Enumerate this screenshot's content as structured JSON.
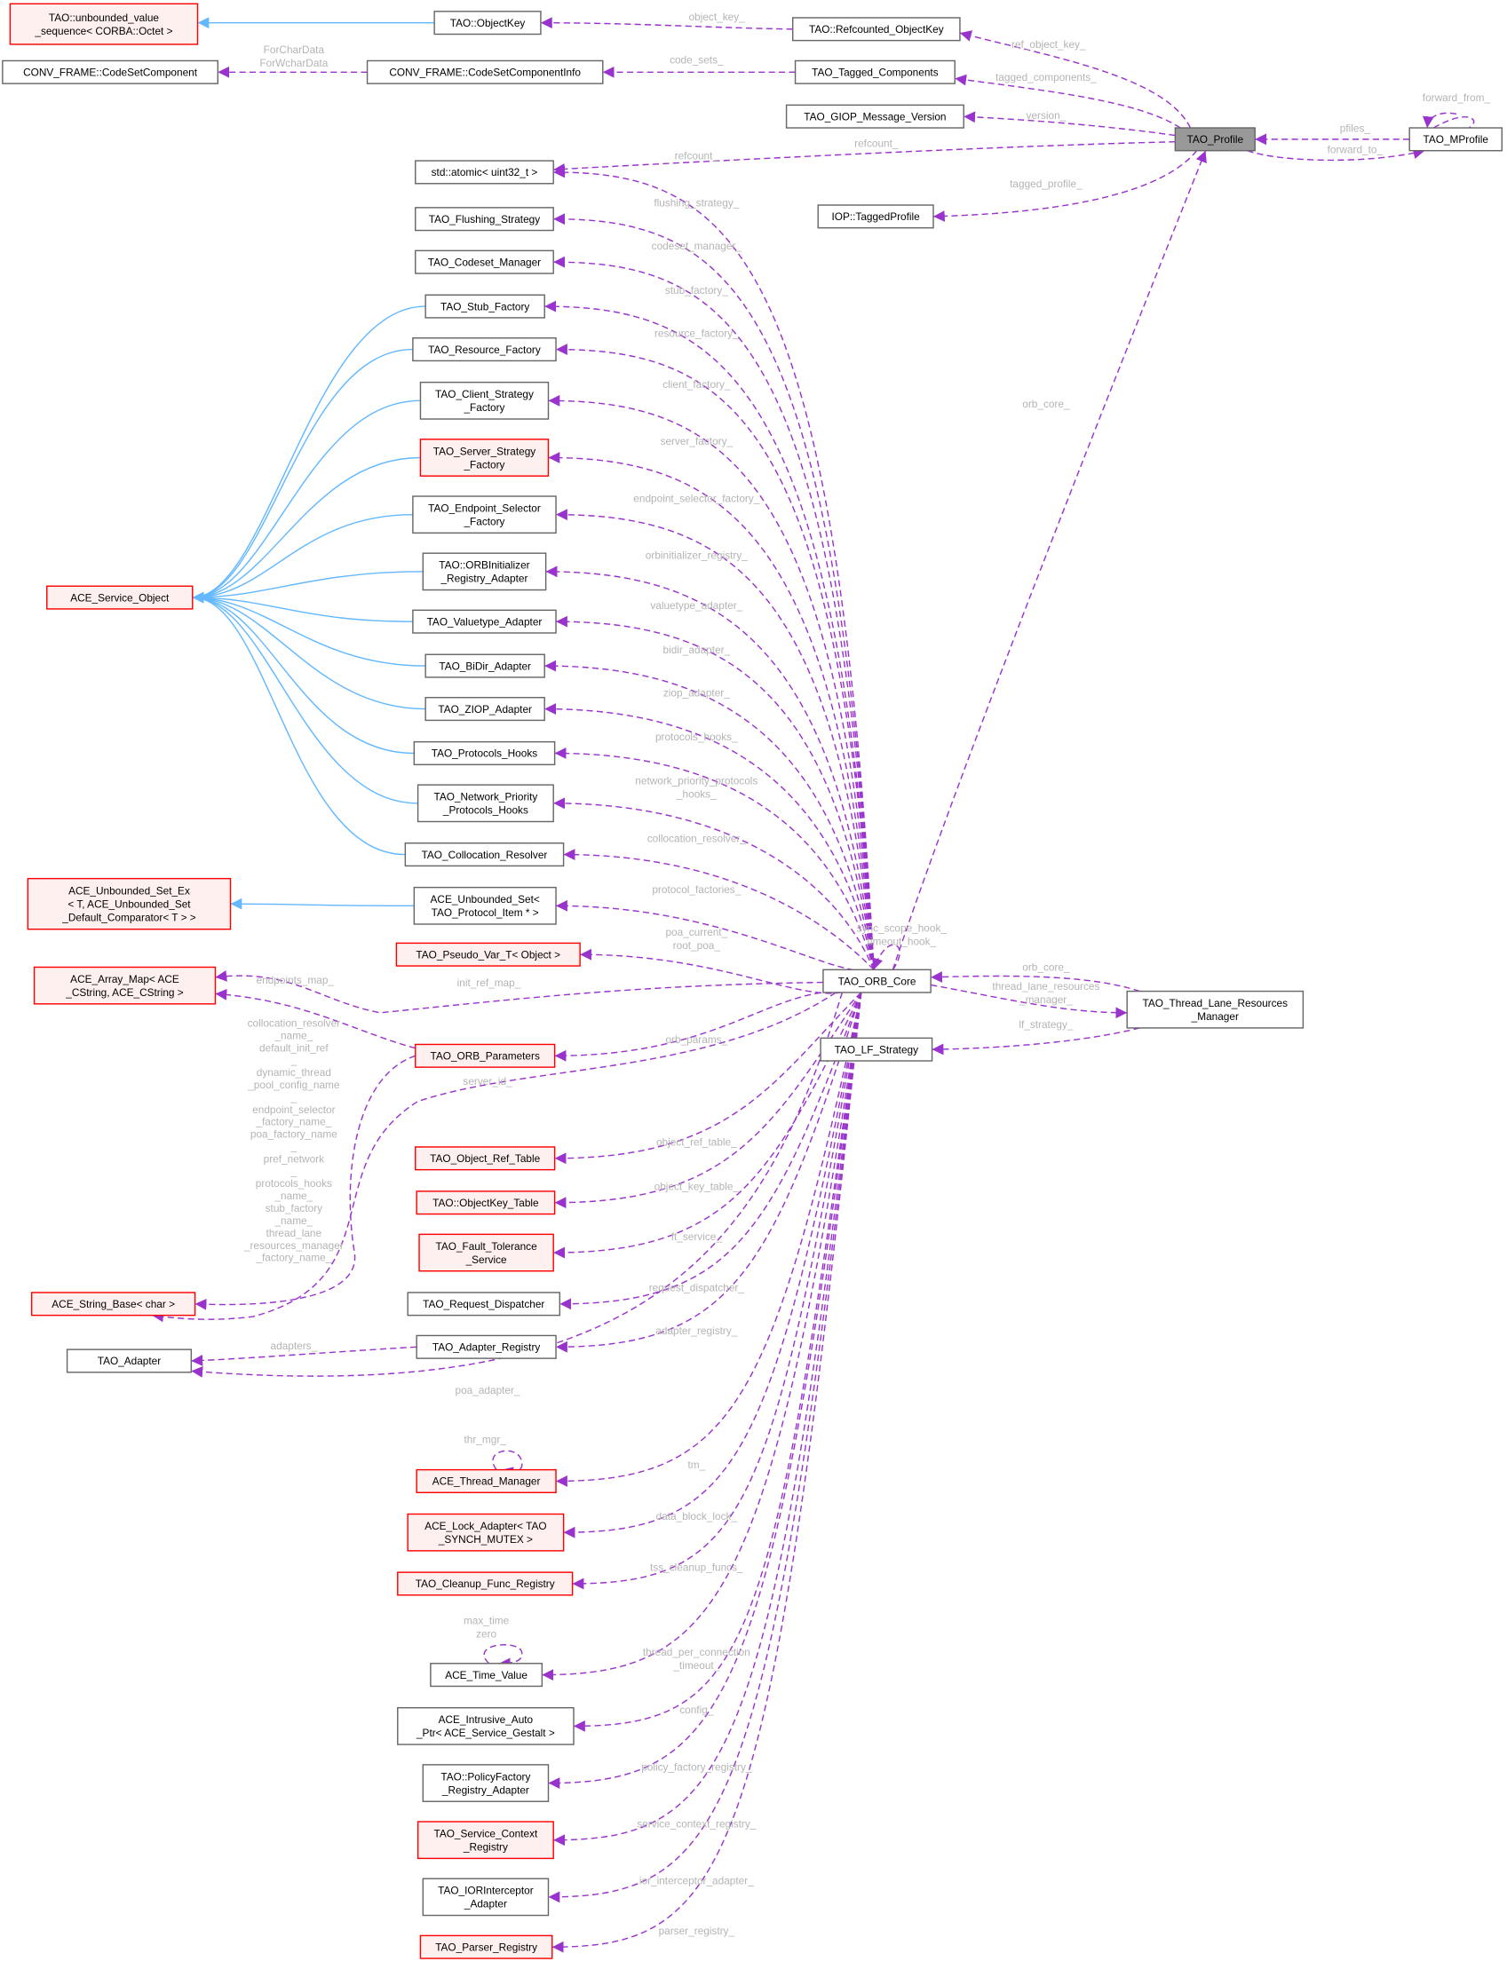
{
  "title": "TAO_Profile collaboration diagram",
  "colors": {
    "member_edge": "#9a32cd",
    "inherit_edge": "#63b8ff",
    "red_border": "#ff0000",
    "selected_fill": "#999999",
    "label": "#b4b4b4"
  },
  "nodes": {
    "unbounded": {
      "lines": [
        "TAO::unbounded_value",
        "_sequence< CORBA::Octet >"
      ],
      "red": true
    },
    "objectkey": {
      "lines": [
        "TAO::ObjectKey"
      ]
    },
    "refcounted": {
      "lines": [
        "TAO::Refcounted_ObjectKey"
      ]
    },
    "csc": {
      "lines": [
        "CONV_FRAME::CodeSetComponent"
      ]
    },
    "cscinfo": {
      "lines": [
        "CONV_FRAME::CodeSetComponentInfo"
      ]
    },
    "tagged": {
      "lines": [
        "TAO_Tagged_Components"
      ]
    },
    "giop": {
      "lines": [
        "TAO_GIOP_Message_Version"
      ]
    },
    "profile": {
      "lines": [
        "TAO_Profile"
      ],
      "selected": true
    },
    "mprofile": {
      "lines": [
        "TAO_MProfile"
      ]
    },
    "atomic": {
      "lines": [
        "std::atomic< uint32_t >"
      ]
    },
    "taggedprofile": {
      "lines": [
        "IOP::TaggedProfile"
      ]
    },
    "flushing": {
      "lines": [
        "TAO_Flushing_Strategy"
      ]
    },
    "codeset": {
      "lines": [
        "TAO_Codeset_Manager"
      ]
    },
    "stub": {
      "lines": [
        "TAO_Stub_Factory"
      ]
    },
    "resource": {
      "lines": [
        "TAO_Resource_Factory"
      ]
    },
    "client": {
      "lines": [
        "TAO_Client_Strategy",
        "_Factory"
      ]
    },
    "server": {
      "lines": [
        "TAO_Server_Strategy",
        "_Factory"
      ],
      "red": true
    },
    "endpoint": {
      "lines": [
        "TAO_Endpoint_Selector",
        "_Factory"
      ]
    },
    "orbinit": {
      "lines": [
        "TAO::ORBInitializer",
        "_Registry_Adapter"
      ]
    },
    "serviceobj": {
      "lines": [
        "ACE_Service_Object"
      ],
      "red": true
    },
    "valuetype": {
      "lines": [
        "TAO_Valuetype_Adapter"
      ]
    },
    "bidir": {
      "lines": [
        "TAO_BiDir_Adapter"
      ]
    },
    "ziop": {
      "lines": [
        "TAO_ZIOP_Adapter"
      ]
    },
    "protohooks": {
      "lines": [
        "TAO_Protocols_Hooks"
      ]
    },
    "netprio": {
      "lines": [
        "TAO_Network_Priority",
        "_Protocols_Hooks"
      ]
    },
    "colloc": {
      "lines": [
        "TAO_Collocation_Resolver"
      ]
    },
    "usetex": {
      "lines": [
        "ACE_Unbounded_Set_Ex",
        "< T, ACE_Unbounded_Set",
        "_Default_Comparator< T > >"
      ],
      "red": true
    },
    "uset": {
      "lines": [
        "ACE_Unbounded_Set<",
        "TAO_Protocol_Item * >"
      ]
    },
    "pseudo": {
      "lines": [
        "TAO_Pseudo_Var_T< Object >"
      ],
      "red": true
    },
    "arraymap": {
      "lines": [
        "ACE_Array_Map< ACE",
        "_CString, ACE_CString >"
      ],
      "red": true
    },
    "orbcore": {
      "lines": [
        "TAO_ORB_Core"
      ]
    },
    "tlrm": {
      "lines": [
        "TAO_Thread_Lane_Resources",
        "_Manager"
      ]
    },
    "orbparams": {
      "lines": [
        "TAO_ORB_Parameters"
      ],
      "red": true
    },
    "lf": {
      "lines": [
        "TAO_LF_Strategy"
      ]
    },
    "objreftable": {
      "lines": [
        "TAO_Object_Ref_Table"
      ],
      "red": true
    },
    "objkeytable": {
      "lines": [
        "TAO::ObjectKey_Table"
      ],
      "red": true
    },
    "ft": {
      "lines": [
        "TAO_Fault_Tolerance",
        "_Service"
      ],
      "red": true
    },
    "reqdisp": {
      "lines": [
        "TAO_Request_Dispatcher"
      ]
    },
    "stringbase": {
      "lines": [
        "ACE_String_Base< char >"
      ],
      "red": true
    },
    "adapreg": {
      "lines": [
        "TAO_Adapter_Registry"
      ]
    },
    "adapter": {
      "lines": [
        "TAO_Adapter"
      ]
    },
    "thrmgr": {
      "lines": [
        "ACE_Thread_Manager"
      ],
      "red": true
    },
    "lockadapter": {
      "lines": [
        "ACE_Lock_Adapter< TAO",
        "_SYNCH_MUTEX >"
      ],
      "red": true
    },
    "cleanup": {
      "lines": [
        "TAO_Cleanup_Func_Registry"
      ],
      "red": true
    },
    "timevalue": {
      "lines": [
        "ACE_Time_Value"
      ]
    },
    "intrusive": {
      "lines": [
        "ACE_Intrusive_Auto",
        "_Ptr< ACE_Service_Gestalt >"
      ]
    },
    "policyfactory": {
      "lines": [
        "TAO::PolicyFactory",
        "_Registry_Adapter"
      ]
    },
    "servicectx": {
      "lines": [
        "TAO_Service_Context",
        "_Registry"
      ],
      "red": true
    },
    "iorinterceptor": {
      "lines": [
        "TAO_IORInterceptor",
        "_Adapter"
      ]
    },
    "parser": {
      "lines": [
        "TAO_Parser_Registry"
      ],
      "red": true
    }
  },
  "edges": [
    {
      "from": "refcounted",
      "to": "objectkey",
      "kind": "member",
      "label": [
        "object_key_"
      ]
    },
    {
      "from": "objectkey",
      "to": "unbounded",
      "kind": "inherit",
      "label": []
    },
    {
      "from": "cscinfo",
      "to": "csc",
      "kind": "member",
      "label": [
        "ForCharData",
        "ForWcharData"
      ]
    },
    {
      "from": "tagged",
      "to": "cscinfo",
      "kind": "member",
      "label": [
        "code_sets_"
      ]
    },
    {
      "from": "profile",
      "to": "refcounted",
      "kind": "member",
      "label": [
        "ref_object_key_"
      ]
    },
    {
      "from": "profile",
      "to": "tagged",
      "kind": "member",
      "label": [
        "tagged_components_"
      ]
    },
    {
      "from": "profile",
      "to": "giop",
      "kind": "member",
      "label": [
        "version_"
      ]
    },
    {
      "from": "profile",
      "to": "atomic",
      "kind": "member",
      "label": [
        "refcount_"
      ]
    },
    {
      "from": "profile",
      "to": "taggedprofile",
      "kind": "member",
      "label": [
        "tagged_profile_"
      ]
    },
    {
      "from": "mprofile",
      "to": "profile",
      "kind": "member",
      "label": [
        "pfiles_"
      ]
    },
    {
      "from": "profile",
      "to": "mprofile",
      "kind": "member",
      "label": [
        "forward_to_"
      ]
    },
    {
      "from": "mprofile",
      "to": "mprofile",
      "kind": "member",
      "label": [
        "forward_from_"
      ]
    },
    {
      "from": "orbcore",
      "to": "profile",
      "kind": "member",
      "label": [
        "orb_core_"
      ]
    },
    {
      "from": "orbcore",
      "to": "atomic",
      "kind": "member",
      "label": [
        "refcount_"
      ]
    },
    {
      "from": "orbcore",
      "to": "flushing",
      "kind": "member",
      "label": [
        "flushing_strategy_"
      ]
    },
    {
      "from": "orbcore",
      "to": "codeset",
      "kind": "member",
      "label": [
        "codeset_manager_"
      ]
    },
    {
      "from": "orbcore",
      "to": "stub",
      "kind": "member",
      "label": [
        "stub_factory_"
      ]
    },
    {
      "from": "orbcore",
      "to": "resource",
      "kind": "member",
      "label": [
        "resource_factory_"
      ]
    },
    {
      "from": "orbcore",
      "to": "client",
      "kind": "member",
      "label": [
        "client_factory_"
      ]
    },
    {
      "from": "orbcore",
      "to": "server",
      "kind": "member",
      "label": [
        "server_factory_"
      ]
    },
    {
      "from": "orbcore",
      "to": "endpoint",
      "kind": "member",
      "label": [
        "endpoint_selector_factory_"
      ]
    },
    {
      "from": "orbcore",
      "to": "orbinit",
      "kind": "member",
      "label": [
        "orbinitializer_registry_"
      ]
    },
    {
      "from": "orbcore",
      "to": "valuetype",
      "kind": "member",
      "label": [
        "valuetype_adapter_"
      ]
    },
    {
      "from": "orbcore",
      "to": "bidir",
      "kind": "member",
      "label": [
        "bidir_adapter_"
      ]
    },
    {
      "from": "orbcore",
      "to": "ziop",
      "kind": "member",
      "label": [
        "ziop_adapter_"
      ]
    },
    {
      "from": "orbcore",
      "to": "protohooks",
      "kind": "member",
      "label": [
        "protocols_hooks_"
      ]
    },
    {
      "from": "orbcore",
      "to": "netprio",
      "kind": "member",
      "label": [
        "network_priority_protocols",
        "_hooks_"
      ]
    },
    {
      "from": "orbcore",
      "to": "colloc",
      "kind": "member",
      "label": [
        "collocation_resolver_"
      ]
    },
    {
      "from": "orbcore",
      "to": "uset",
      "kind": "member",
      "label": [
        "protocol_factories_"
      ]
    },
    {
      "from": "orbcore",
      "to": "pseudo",
      "kind": "member",
      "label": [
        "poa_current_",
        "root_poa_"
      ]
    },
    {
      "from": "orbcore",
      "to": "orbcore",
      "kind": "member",
      "label": [
        "sync_scope_hook_",
        "timeout_hook_"
      ]
    },
    {
      "from": "orbcore",
      "to": "arraymap",
      "kind": "member",
      "label": [
        "init_ref_map_"
      ]
    },
    {
      "from": "orbcore",
      "to": "orbparams",
      "kind": "member",
      "label": [
        "orb_params_"
      ]
    },
    {
      "from": "orbcore",
      "to": "stringbase",
      "kind": "member",
      "label": [
        "server_id_"
      ]
    },
    {
      "from": "orbcore",
      "to": "objreftable",
      "kind": "member",
      "label": [
        "object_ref_table_"
      ]
    },
    {
      "from": "orbcore",
      "to": "objkeytable",
      "kind": "member",
      "label": [
        "object_key_table_"
      ]
    },
    {
      "from": "orbcore",
      "to": "ft",
      "kind": "member",
      "label": [
        "ft_service_"
      ]
    },
    {
      "from": "orbcore",
      "to": "reqdisp",
      "kind": "member",
      "label": [
        "request_dispatcher_"
      ]
    },
    {
      "from": "orbcore",
      "to": "adapreg",
      "kind": "member",
      "label": [
        "adapter_registry_"
      ]
    },
    {
      "from": "orbcore",
      "to": "adapter",
      "kind": "member",
      "label": [
        "poa_adapter_"
      ]
    },
    {
      "from": "orbcore",
      "to": "thrmgr",
      "kind": "member",
      "label": [
        "tm_"
      ]
    },
    {
      "from": "orbcore",
      "to": "lockadapter",
      "kind": "member",
      "label": [
        "data_block_lock_"
      ]
    },
    {
      "from": "orbcore",
      "to": "cleanup",
      "kind": "member",
      "label": [
        "tss_cleanup_funcs_"
      ]
    },
    {
      "from": "orbcore",
      "to": "timevalue",
      "kind": "member",
      "label": [
        "thread_per_connection",
        "_timeout_"
      ]
    },
    {
      "from": "orbcore",
      "to": "intrusive",
      "kind": "member",
      "label": [
        "config_"
      ]
    },
    {
      "from": "orbcore",
      "to": "policyfactory",
      "kind": "member",
      "label": [
        "policy_factory_registry_"
      ]
    },
    {
      "from": "orbcore",
      "to": "servicectx",
      "kind": "member",
      "label": [
        "service_context_registry_"
      ]
    },
    {
      "from": "orbcore",
      "to": "iorinterceptor",
      "kind": "member",
      "label": [
        "ior_interceptor_adapter_"
      ]
    },
    {
      "from": "orbcore",
      "to": "parser",
      "kind": "member",
      "label": [
        "parser_registry_"
      ]
    },
    {
      "from": "orbcore",
      "to": "tlrm",
      "kind": "member",
      "label": [
        "thread_lane_resources",
        "_manager_"
      ]
    },
    {
      "from": "tlrm",
      "to": "orbcore",
      "kind": "member",
      "label": [
        "orb_core_"
      ]
    },
    {
      "from": "tlrm",
      "to": "lf",
      "kind": "member",
      "label": [
        "lf_strategy_"
      ]
    },
    {
      "from": "orbparams",
      "to": "arraymap",
      "kind": "member",
      "label": [
        "endpoints_map_"
      ]
    },
    {
      "from": "orbparams",
      "to": "stringbase",
      "kind": "member",
      "label": [
        "collocation_resolver",
        "_name_",
        "default_init_ref",
        "_",
        "dynamic_thread",
        "_pool_config_name",
        "_",
        "endpoint_selector",
        "_factory_name_",
        "poa_factory_name",
        "_",
        "pref_network",
        "_",
        "protocols_hooks",
        "_name_",
        "stub_factory",
        "_name_",
        "thread_lane",
        "_resources_manager",
        "_factory_name_"
      ]
    },
    {
      "from": "adapreg",
      "to": "adapter",
      "kind": "member",
      "label": [
        "adapters_"
      ]
    },
    {
      "from": "thrmgr",
      "to": "thrmgr",
      "kind": "member",
      "label": [
        "thr_mgr_"
      ]
    },
    {
      "from": "timevalue",
      "to": "timevalue",
      "kind": "member",
      "label": [
        "max_time",
        "zero"
      ]
    },
    {
      "from": "stub",
      "to": "serviceobj",
      "kind": "inherit",
      "label": []
    },
    {
      "from": "resource",
      "to": "serviceobj",
      "kind": "inherit",
      "label": []
    },
    {
      "from": "client",
      "to": "serviceobj",
      "kind": "inherit",
      "label": []
    },
    {
      "from": "server",
      "to": "serviceobj",
      "kind": "inherit",
      "label": []
    },
    {
      "from": "endpoint",
      "to": "serviceobj",
      "kind": "inherit",
      "label": []
    },
    {
      "from": "orbinit",
      "to": "serviceobj",
      "kind": "inherit",
      "label": []
    },
    {
      "from": "valuetype",
      "to": "serviceobj",
      "kind": "inherit",
      "label": []
    },
    {
      "from": "bidir",
      "to": "serviceobj",
      "kind": "inherit",
      "label": []
    },
    {
      "from": "ziop",
      "to": "serviceobj",
      "kind": "inherit",
      "label": []
    },
    {
      "from": "protohooks",
      "to": "serviceobj",
      "kind": "inherit",
      "label": []
    },
    {
      "from": "netprio",
      "to": "serviceobj",
      "kind": "inherit",
      "label": []
    },
    {
      "from": "colloc",
      "to": "serviceobj",
      "kind": "inherit",
      "label": []
    },
    {
      "from": "uset",
      "to": "usetex",
      "kind": "inherit",
      "label": []
    }
  ]
}
